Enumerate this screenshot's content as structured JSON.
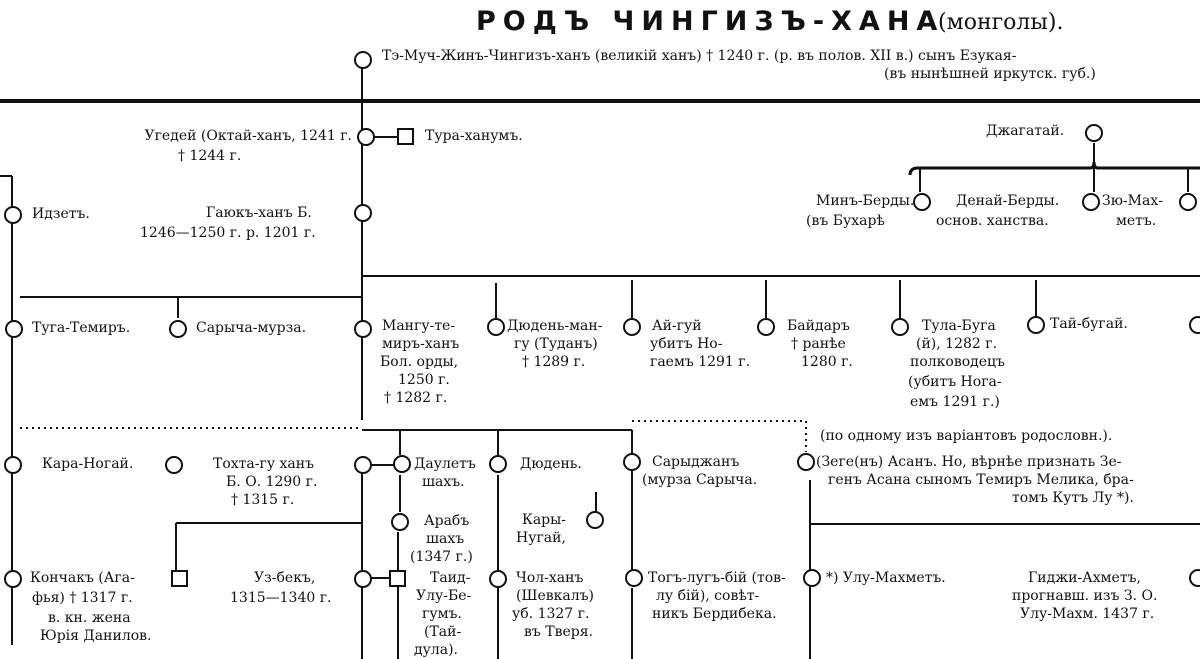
{
  "title": {
    "main": "РОДЪ ЧИНГИЗЪ-ХАНА",
    "sub": "(монголы)."
  },
  "people": {
    "temujin": {
      "l1": "Тэ-Муч-Жинъ-Чингизъ-ханъ (великій ханъ) † 1240 г. (р. въ полов. XII в.) сынъ Езукая-",
      "l2": "(въ нынѣшней иркутск. губ.)"
    },
    "ugedei": {
      "l1": "Угедей (Октай-ханъ, 1241 г.",
      "l2": "† 1244 г."
    },
    "tura": {
      "l1": "Тура-ханумъ."
    },
    "jagatai": {
      "l1": "Джагатай."
    },
    "idzet": {
      "l1": "Идзетъ."
    },
    "gayuk": {
      "l1": "Гаюкъ-ханъ Б.",
      "l2": "1246—1250 г. р. 1201 г."
    },
    "min_berdy": {
      "l1": "Минъ-Берды.",
      "l2": "(въ Бухарѣ"
    },
    "denai": {
      "l1": "Денай-Берды.",
      "l2": "основ. ханства."
    },
    "zyu": {
      "l1": "Зю-Мах-",
      "l2": "метъ."
    },
    "tuga": {
      "l1": "Туга-Темиръ."
    },
    "sarycha": {
      "l1": "Сарыча-мурза."
    },
    "mangu": {
      "l1": "Мангу-те-",
      "l2": "миръ-ханъ",
      "l3": "Бол. орды,",
      "l4": "1250 г.",
      "l5": "† 1282 г."
    },
    "dyuden1": {
      "l1": "Дюдень-ман-",
      "l2": "гу (Туданъ)",
      "l3": "† 1289 г."
    },
    "aigui": {
      "l1": "Ай-гуй",
      "l2": "убитъ Но-",
      "l3": "гаемъ 1291 г."
    },
    "baidar": {
      "l1": "Байдаръ",
      "l2": "† ранѣе",
      "l3": "1280 г."
    },
    "tula": {
      "l1": "Тула-Буга",
      "l2": "(й), 1282 г.",
      "l3": "полководецъ",
      "l4": "(убитъ Нога-",
      "l5": "емъ 1291 г.)"
    },
    "taibugai": {
      "l1": "Тай-бугай."
    },
    "note": {
      "l1": "(по одному изъ варіантовъ родословн.)."
    },
    "kara": {
      "l1": "Кара-Ногай."
    },
    "tokhta": {
      "l1": "Тохта-гу ханъ",
      "l2": "Б. О. 1290 г.",
      "l3": "† 1315 г."
    },
    "daulet": {
      "l1": "Даулетъ",
      "l2": "шахъ."
    },
    "dyuden2": {
      "l1": "Дюдень."
    },
    "sarydzhan": {
      "l1": "Сарыджанъ",
      "l2": "(мурза Сарыча."
    },
    "zege": {
      "l1": "(Зеге(нъ) Асанъ. Но, вѣрнѣе признать Зе-",
      "l2": "генъ Асана сыномъ Темиръ Мелика, бра-",
      "l3": "томъ Кутъ Лу *)."
    },
    "arab": {
      "l1": "Арабъ",
      "l2": "шахъ",
      "l3": "(1347 г.)"
    },
    "kary": {
      "l1": "Кары-",
      "l2": "Нугай,"
    },
    "konchak": {
      "l1": "Кончакъ (Ага-",
      "l2": "фья) † 1317 г.",
      "l3": "в. кн. жена",
      "l4": "Юрія Данилов."
    },
    "uzbek": {
      "l1": "Уз-бекъ,",
      "l2": "1315—1340 г."
    },
    "taid": {
      "l1": "Таид-",
      "l2": "Улу-Бе-",
      "l3": "гумъ.",
      "l4": "(Тай-",
      "l5": "дула)."
    },
    "chol": {
      "l1": "Чол-ханъ",
      "l2": "(Шевкалъ)",
      "l3": "уб. 1327 г.",
      "l4": "въ Тверя."
    },
    "toglug": {
      "l1": "Тогъ-лугъ-бій (тов-",
      "l2": "лу бій), совѣт-",
      "l3": "никъ Бердибека."
    },
    "ulu": {
      "l1": "*) Улу-Махметъ."
    },
    "gidzhi": {
      "l1": "Гиджи-Ахметъ,",
      "l2": "прогнавш. изъ З. О.",
      "l3": "Улу-Махм. 1437 г."
    }
  }
}
